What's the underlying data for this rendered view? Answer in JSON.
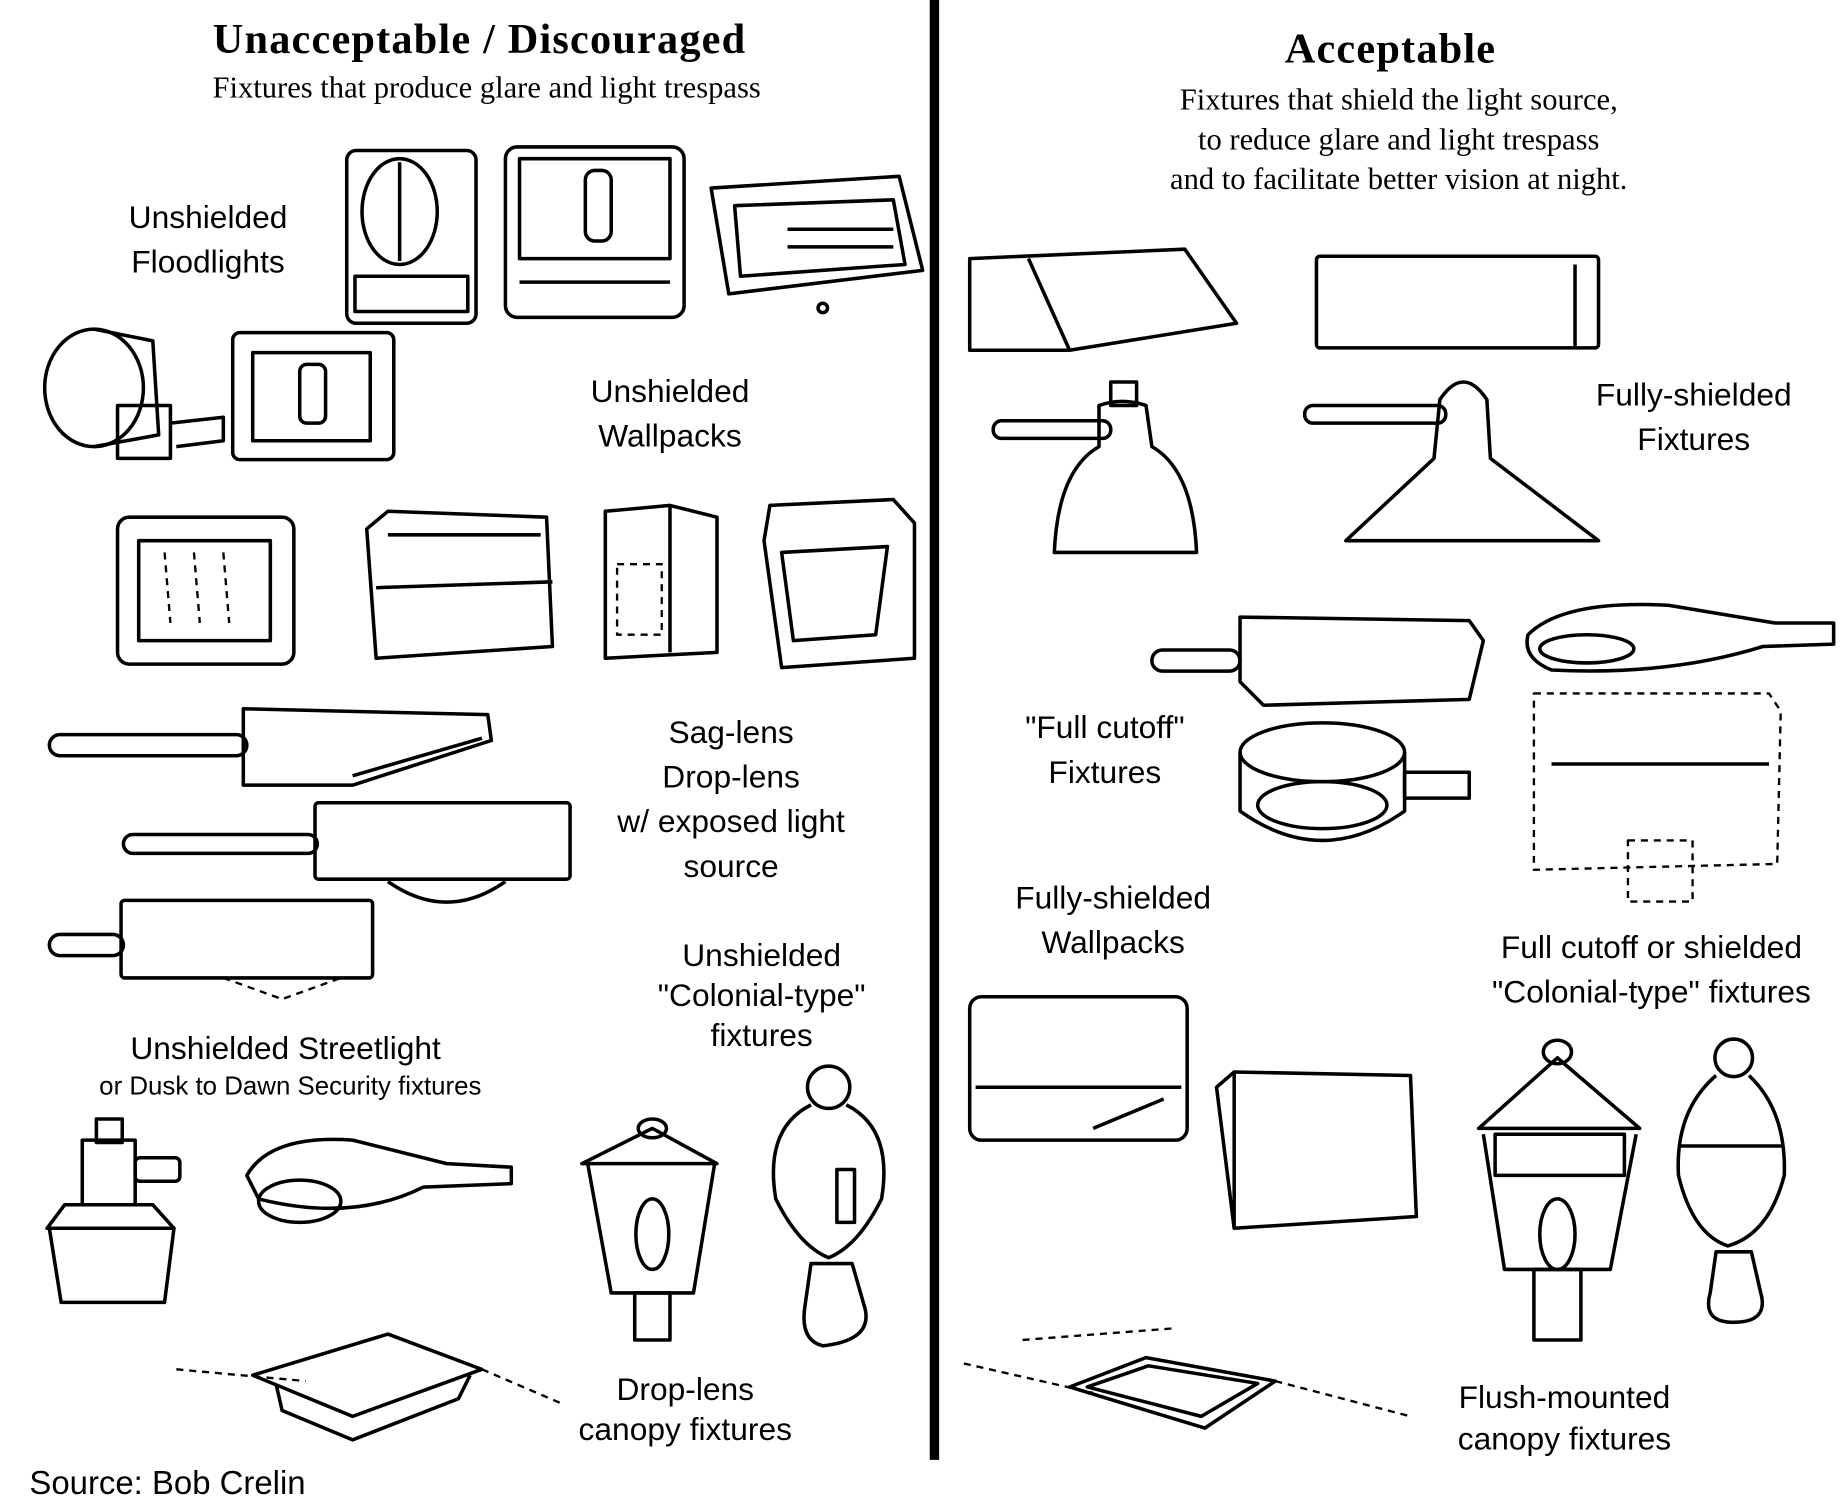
{
  "left": {
    "title": "Unacceptable / Discouraged",
    "subtitle": "Fixtures that produce glare and light trespass",
    "labels": {
      "floodlights": [
        "Unshielded",
        "Floodlights"
      ],
      "wallpacks": [
        "Unshielded",
        "Wallpacks"
      ],
      "sag_lens": [
        "Sag-lens",
        "Drop-lens",
        "w/ exposed light",
        "source"
      ],
      "colonial": [
        "Unshielded",
        "\"Colonial-type\"",
        "fixtures"
      ],
      "streetlight": [
        "Unshielded Streetlight",
        "or Dusk to Dawn Security fixtures"
      ],
      "canopy": [
        "Drop-lens",
        "canopy fixtures"
      ]
    },
    "source": "Source: Bob Crelin"
  },
  "right": {
    "title": "Acceptable",
    "subtitle": [
      "Fixtures that shield the light source,",
      "to reduce glare and light trespass",
      "and to facilitate better vision at night."
    ],
    "labels": {
      "fully_shielded": [
        "Fully-shielded",
        "Fixtures"
      ],
      "full_cutoff": [
        "\"Full cutoff\"",
        "Fixtures"
      ],
      "wallpacks": [
        "Fully-shielded",
        "Wallpacks"
      ],
      "colonial": [
        "Full cutoff or shielded",
        "\"Colonial-type\" fixtures"
      ],
      "canopy": [
        "Flush-mounted",
        "canopy fixtures"
      ]
    }
  }
}
